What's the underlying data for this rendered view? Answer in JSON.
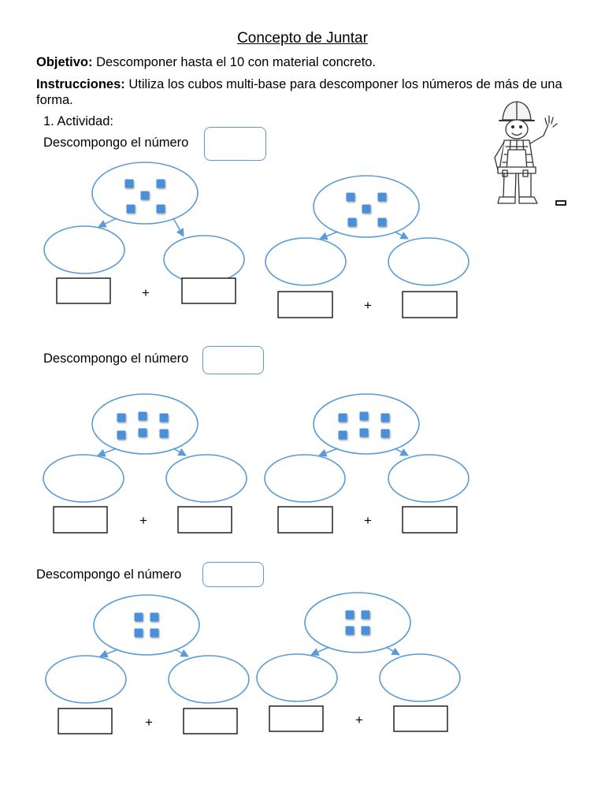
{
  "title": "Concepto de Juntar",
  "objective": {
    "label": "Objetivo:",
    "text": " Descomponer hasta el 10 con material concreto."
  },
  "instructions": {
    "label": "Instrucciones:",
    "text": " Utiliza los cubos multi-base para descomponer los números de más de una forma."
  },
  "activity": "1. Actividad:",
  "sections": [
    {
      "prompt": "Descompongo el número",
      "cubes": 5
    },
    {
      "prompt": "Descompongo el número",
      "cubes": 6
    },
    {
      "prompt": "Descompongo el número",
      "cubes": 4
    }
  ],
  "plus_sign": "+",
  "colors": {
    "outline": "#5b9bd5",
    "cube": "#4a8fd9",
    "text": "#000000"
  },
  "icons": {
    "illustration": "construction-worker-icon"
  }
}
